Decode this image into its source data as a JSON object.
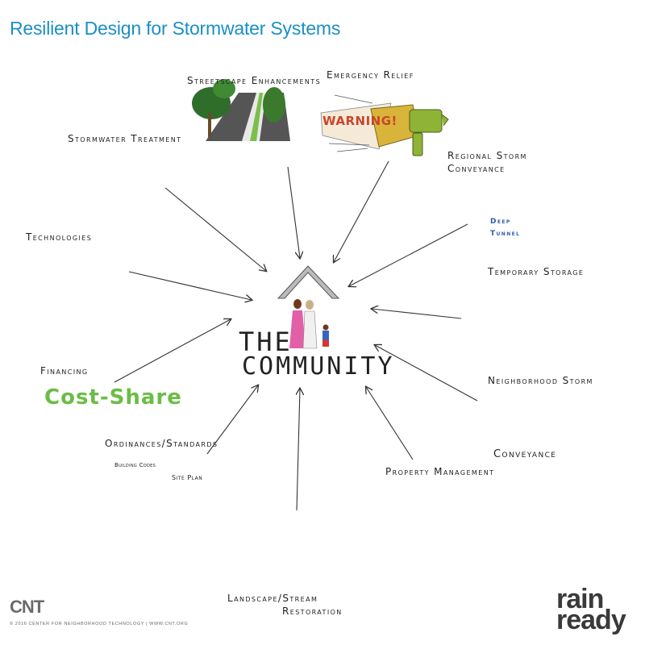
{
  "title": "Resilient Design for Stormwater Systems",
  "center": {
    "line1": "THE",
    "line2": "COMMUNITY"
  },
  "nodes": {
    "streetscape": "Streetscape Enhancements",
    "emergency": "Emergency Relief",
    "warning": "WARNING!",
    "stormwater_treatment": "Stormwater Treatment",
    "regional_line1": "Regional Storm",
    "regional_line2": "Conveyance",
    "deep_tunnel_line1": "Deep",
    "deep_tunnel_line2": "Tunnel",
    "technologies": "Technologies",
    "temporary_storage": "Temporary Storage",
    "financing": "Financing",
    "cost_share": "Cost-Share",
    "neighborhood_line1": "Neighborhood Storm",
    "neighborhood_line2": "Conveyance",
    "ordinances": "Ordinances/Standards",
    "building_codes": "Building Codes",
    "site_plan": "Site Plan",
    "property_management": "Property Management",
    "landscape_line1": "Landscape/Stream",
    "landscape_line2": "Restoration"
  },
  "footer": {
    "cnt_logo": "CNT",
    "copyright": "© 2016 CENTER FOR NEIGHBORHOOD TECHNOLOGY | WWW.CNT.ORG",
    "rain_ready_1": "rain",
    "rain_ready_2": "ready"
  },
  "colors": {
    "title_blue": "#1b8fc6",
    "cost_share_green": "#6abd45",
    "rain_ready_yellow": "#f7d51d"
  }
}
